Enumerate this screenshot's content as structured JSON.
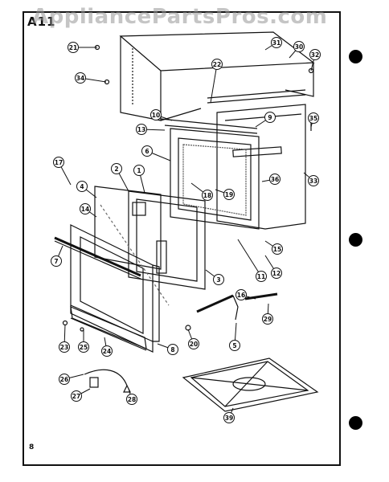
{
  "figure_label": "A11",
  "page_number": "8",
  "watermark": "AppliancePartsPros.com",
  "callouts": [
    "1",
    "2",
    "3",
    "4",
    "5",
    "6",
    "7",
    "8",
    "9",
    "10",
    "11",
    "12",
    "13",
    "14",
    "15",
    "16",
    "17",
    "18",
    "19",
    "20",
    "21",
    "22",
    "23",
    "24",
    "25",
    "26",
    "27",
    "28",
    "29",
    "30",
    "31",
    "32",
    "33",
    "34",
    "35",
    "36"
  ]
}
